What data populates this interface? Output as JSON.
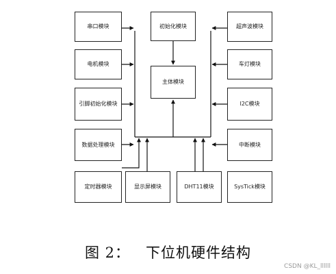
{
  "diagram": {
    "boxes": {
      "serial": "串口模块",
      "motor": "电机模块",
      "pin_init": "引脚初始化模块",
      "data_proc": "数据处理模块",
      "init": "初始化模块",
      "main": "主体模块",
      "ultrasonic": "超声波模块",
      "lamp": "车灯模块",
      "i2c": "I2C模块",
      "interrupt": "中断模块",
      "timer": "定时器模块",
      "display": "显示屏模块",
      "dht11": "DHT11模块",
      "systick": "SysTick模块"
    }
  },
  "caption": "图 2：   下位机硬件结构",
  "watermark": "CSDN @KL_llllll"
}
